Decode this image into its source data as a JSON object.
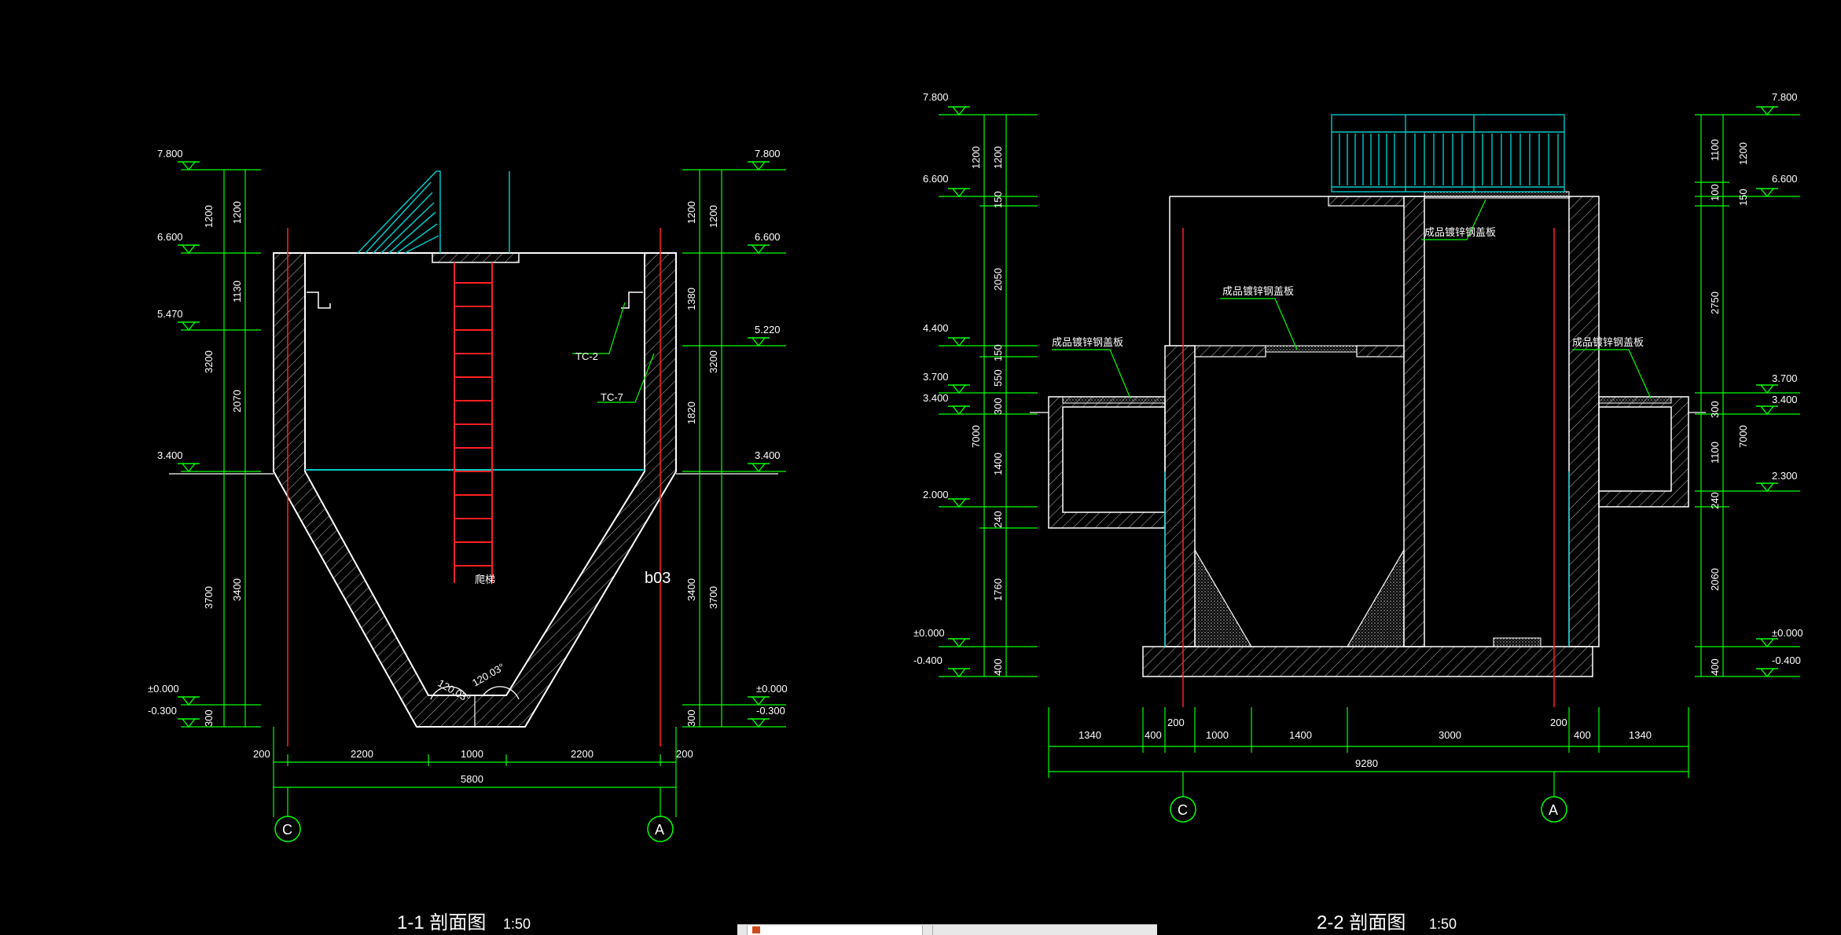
{
  "section_left": {
    "title": "1-1 剖面图",
    "scale": "1:50",
    "elevations_left": [
      "7.800",
      "6.600",
      "5.470",
      "3.400",
      "±0.000",
      "-0.300"
    ],
    "elevations_right": [
      "7.800",
      "6.600",
      "5.220",
      "3.400",
      "±0.000",
      "-0.300"
    ],
    "vdims_left_outer": [
      "1200",
      "3200",
      "3700",
      "300"
    ],
    "vdims_left_inner": [
      "1200",
      "1130",
      "2070",
      "3400"
    ],
    "vdims_right_outer": [
      "1200",
      "3200",
      "3700",
      "300"
    ],
    "vdims_right_inner": [
      "1200",
      "1380",
      "1820",
      "3400"
    ],
    "hdims": [
      "200",
      "2200",
      "1000",
      "2200",
      "200"
    ],
    "total_width": "5800",
    "labels": {
      "tc2": "TC-2",
      "tc7": "TC-7",
      "ladder": "爬梯",
      "mark": "b03",
      "angle1": "120.03°",
      "angle2": "120.03°"
    },
    "axes": [
      "C",
      "A"
    ]
  },
  "section_right": {
    "title": "2-2 剖面图",
    "scale": "1:50",
    "elevations_left": [
      "7.800",
      "6.600",
      "4.400",
      "3.700",
      "3.400",
      "2.000",
      "±0.000",
      "-0.400"
    ],
    "elevations_right": [
      "7.800",
      "6.600",
      "3.700",
      "3.400",
      "2.300",
      "±0.000",
      "-0.400"
    ],
    "vdims_left_outer": [
      "1200",
      "7000",
      "400"
    ],
    "vdims_left_inner": [
      "1200",
      "150",
      "2050",
      "150",
      "550",
      "300",
      "1400",
      "240",
      "1760"
    ],
    "vdims_right_outer": [
      "1100",
      "100",
      "2750",
      "300",
      "1100",
      "240",
      "2060",
      "400"
    ],
    "vdims_right_inner": [
      "1200",
      "150",
      "7000"
    ],
    "hdims": [
      "1340",
      "400",
      "200",
      "1000",
      "1400",
      "3000",
      "200",
      "400",
      "1340"
    ],
    "total_width": "9280",
    "labels": {
      "grate_top": "成品镀锌钢盖板",
      "grate_mid": "成品镀锌钢盖板",
      "grate_left": "成品镀锌钢盖板",
      "grate_right": "成品镀锌钢盖板"
    },
    "axes": [
      "C",
      "A"
    ]
  },
  "colors": {
    "background": "#000000",
    "wall": "#ffffff",
    "dimension": "#00ff00",
    "axis": "#ff2020",
    "water": "#00c8c8",
    "leader": "#00ff00"
  }
}
